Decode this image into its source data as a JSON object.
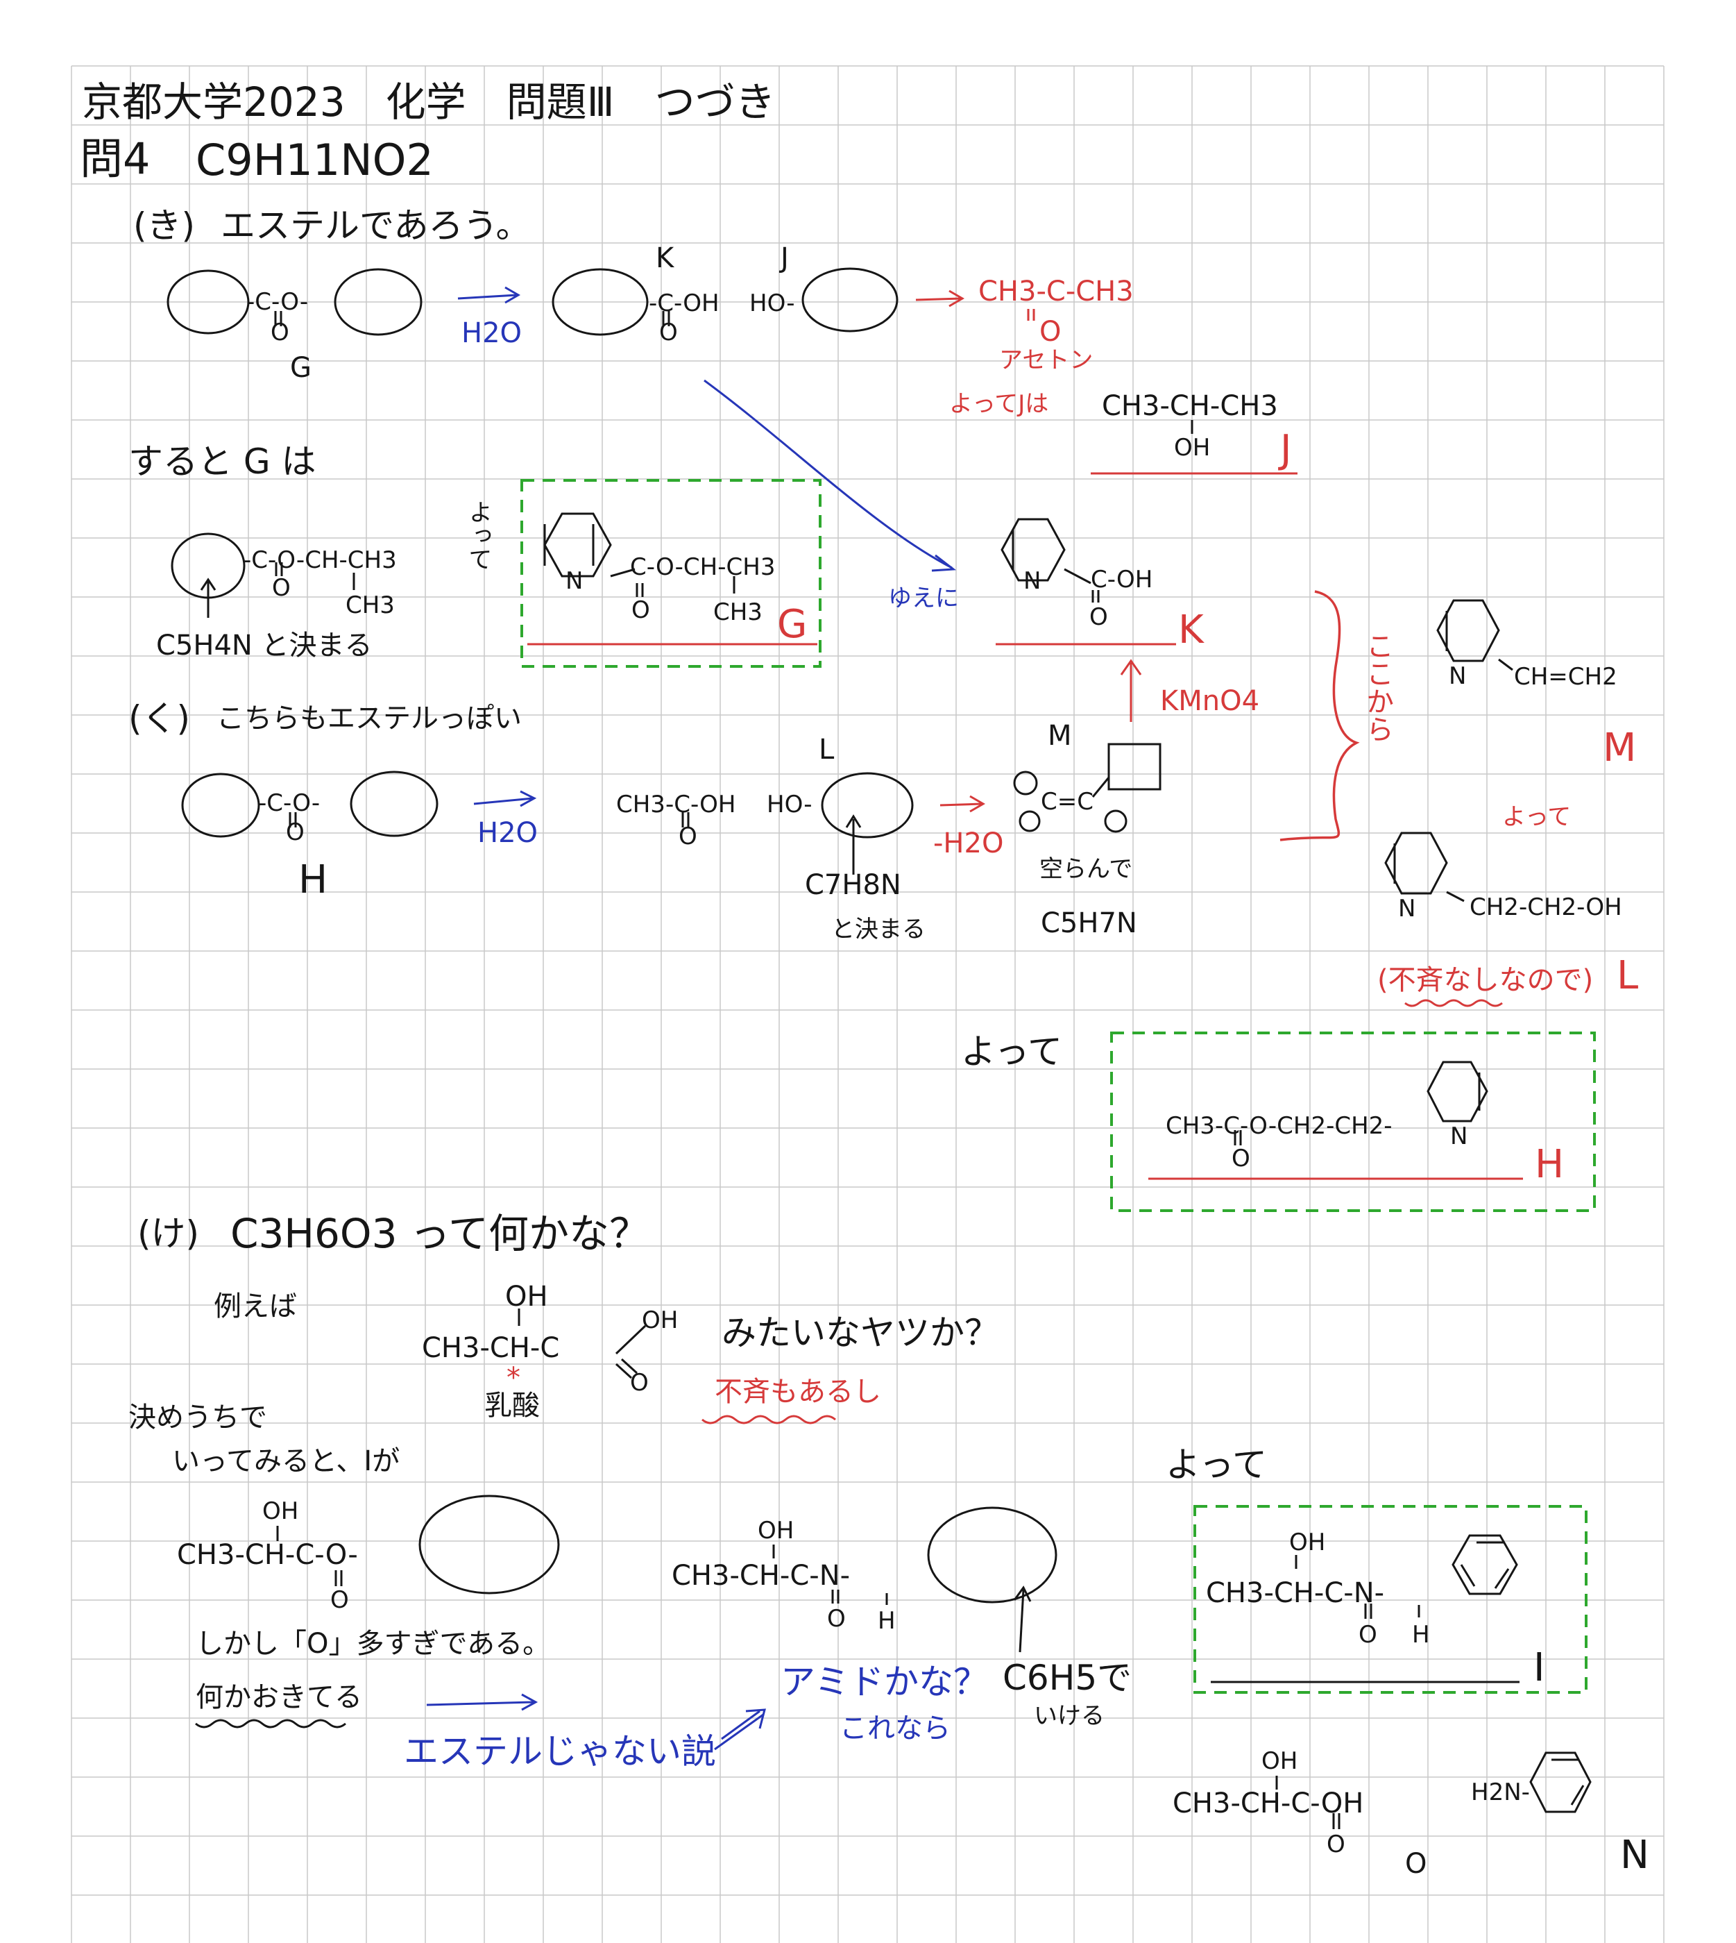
{
  "header": {
    "title": "京都大学2023　化学　問題Ⅲ　つづき",
    "q4": "問4",
    "formula": "C9H11NO2"
  },
  "ki": {
    "heading": "(き)",
    "note": "エステルであろう。",
    "ester_left": "-C-O-",
    "ester_dbl": "O",
    "label_G": "G",
    "h2o": "H2O",
    "label_K": "K",
    "label_J": "J",
    "acid_part": "-C-OH",
    "acid_dbl": "O",
    "ho_part": "HO-",
    "acetone_formula": "CH3-C-CH3",
    "acetone_dbl": "O",
    "acetone_name": "アセトン",
    "yotte_J": "よってJは",
    "J_formula": "CH3-CH-CH3",
    "J_oh": "OH",
    "J_final": "J",
    "suruto": "すると G は",
    "G_chain": "-C-O-CH-CH3",
    "G_ch3": "CH3",
    "G_dbl": "O",
    "c5h4n": "C5H4N と決まる",
    "yotte_v": "よって",
    "G_box_chain": "C-O-CH-CH3",
    "G_box_ch3": "CH3",
    "G_box_dbl": "O",
    "N": "N",
    "G_final": "G",
    "yue": "ゆえに",
    "K_chain": "C-OH",
    "K_dbl": "O",
    "K_final": "K"
  },
  "ku": {
    "heading": "(く)",
    "note": "こちらもエステルっぽい",
    "ester_left": "-C-O-",
    "ester_dbl": "O",
    "h2o": "H2O",
    "label_H": "H",
    "acetic": "CH3-C-OH",
    "acetic_dbl": "O",
    "ho_part": "HO-",
    "label_L": "L",
    "c7h8n": "C7H8N",
    "to_kimaru": "と決まる",
    "minus_h2o": "-H2O",
    "label_M": "M",
    "M_struct": "C=C",
    "kmno4": "KMnO4",
    "sora": "空らんで",
    "c5h7n": "C5H7N",
    "kokokara": "ここから",
    "M_chain": "CH=CH2",
    "M_final": "M",
    "yotte_small": "よって",
    "L_chain": "CH2-CH2-OH",
    "L_note": "(不斉なしなので)",
    "L_final": "L",
    "yotte": "よって",
    "H_chain": "CH3-C-O-CH2-CH2-",
    "H_dbl": "O",
    "H_final": "H"
  },
  "ke": {
    "heading": "(け)",
    "question": "C3H6O3 って何かな？",
    "tatoeba": "例えば",
    "lac_oh": "OH",
    "lac_chain": "CH3-CH-C",
    "lac_oh2": "OH",
    "lac_o": "O",
    "lac_star": "*",
    "lac_name": "乳酸",
    "mitai": "みたいなヤツか？",
    "fusei": "不斉もあるし",
    "kimeuchi1": "決めうちで",
    "kimeuchi2": "いってみると、Iが",
    "ester_oh": "OH",
    "ester_chain": "CH3-CH-C-O-",
    "ester_dbl": "O",
    "shikashi": "しかし「O」多すぎである。",
    "nanika": "何かおきてる",
    "esuteru_nai": "エステルじゃない説",
    "amide_q": "アミドかな？",
    "korenara": "これなら",
    "amide_oh": "OH",
    "amide_chain": "CH3-CH-C-N-",
    "amide_dbl": "O",
    "amide_h": "H",
    "c6h5": "C6H5で",
    "ikeru": "いける",
    "yotte": "よって",
    "I_oh": "OH",
    "I_chain": "CH3-CH-C-N-",
    "I_dbl": "O",
    "I_h": "H",
    "I_final": "I",
    "O_oh": "OH",
    "O_chain": "CH3-CH-C-OH",
    "O_dbl": "O",
    "O_final": "O",
    "N_amine": "H2N-",
    "N_final": "N"
  },
  "colors": {
    "grid": "#c9c9c9",
    "ink": "#161616",
    "red": "#d63a3a",
    "blue": "#2636b8",
    "green": "#2ea82e"
  }
}
